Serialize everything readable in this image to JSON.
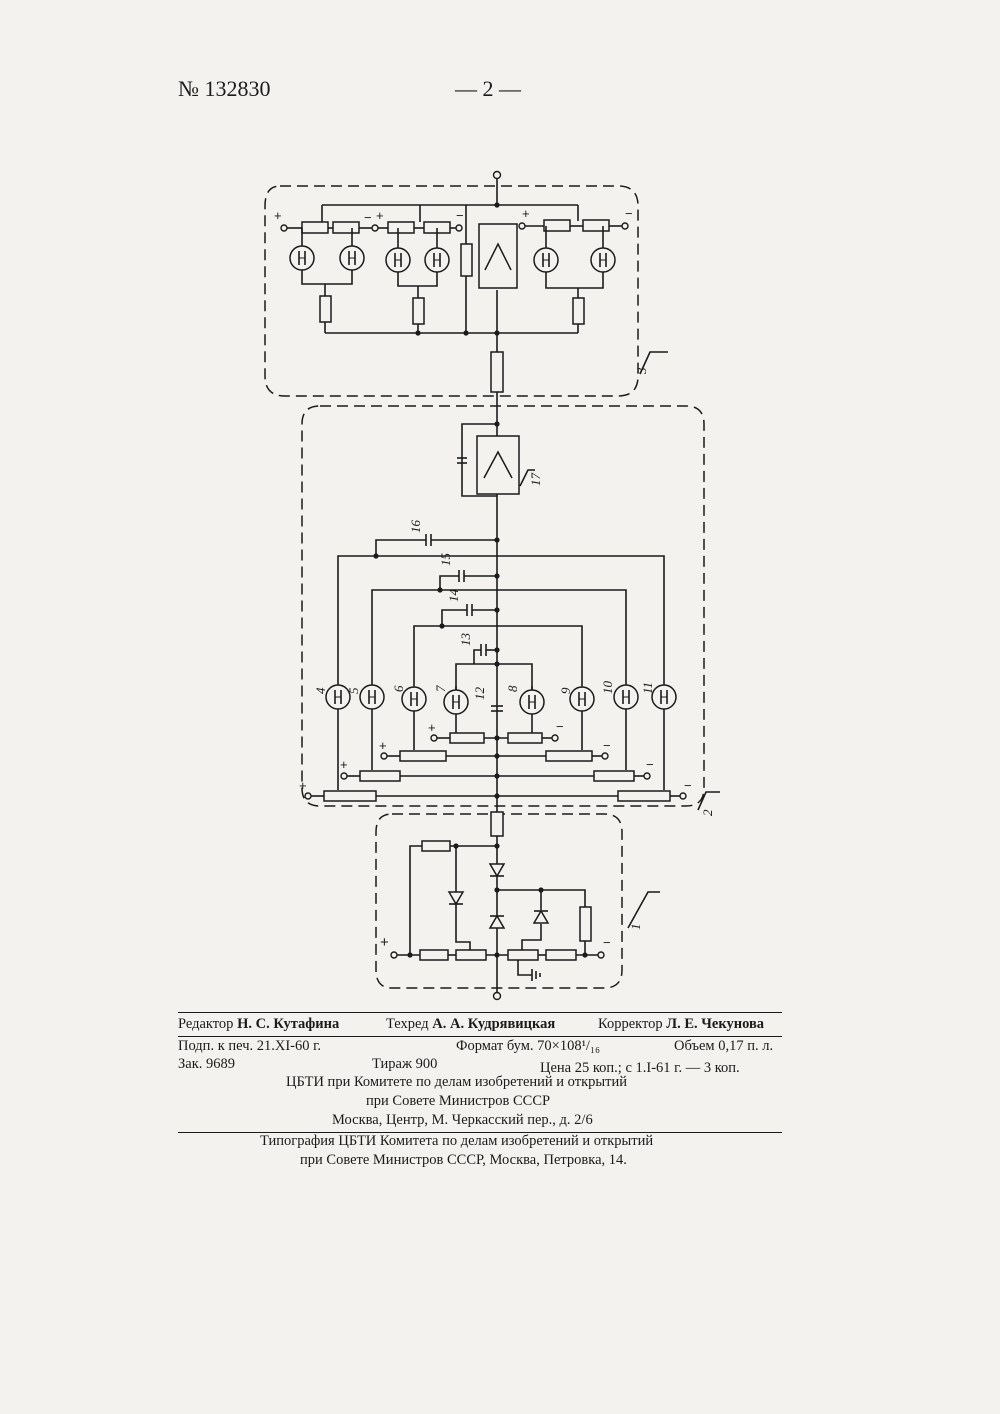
{
  "header": {
    "patent_number": "№ 132830",
    "page_number": "— 2 —"
  },
  "figure": {
    "labels": [
      "1",
      "2",
      "3",
      "4",
      "5",
      "6",
      "7",
      "8",
      "9",
      "10",
      "11",
      "12",
      "13",
      "14",
      "15",
      "16",
      "17"
    ],
    "plus": "+",
    "minus": "−"
  },
  "imprint": {
    "editor_label": "Редактор",
    "editor_name": "Н. С. Кутафина",
    "techred_label": "Техред",
    "techred_name": "А. А. Кудрявицкая",
    "corrector_label": "Корректор",
    "corrector_name": "Л. Е. Чекунова",
    "signed": "Подп. к печ. 21.XI-60 г.",
    "format": "Формат бум. 70×108¹/₁₆",
    "volume": "Объем 0,17 п. л.",
    "order": "Зак. 9689",
    "print_run": "Тираж 900",
    "price": "Цена 25 коп.; с 1.I-61 г. — 3 коп.",
    "publisher_1": "ЦБТИ при Комитете по делам изобретений и открытий",
    "publisher_2": "при Совете Министров СССР",
    "publisher_3": "Москва, Центр, М. Черкасский пер., д. 2/6",
    "printer_1": "Типография ЦБТИ Комитета по делам изобретений и открытий",
    "printer_2": "при Совете Министров СССР, Москва, Петровка, 14."
  }
}
